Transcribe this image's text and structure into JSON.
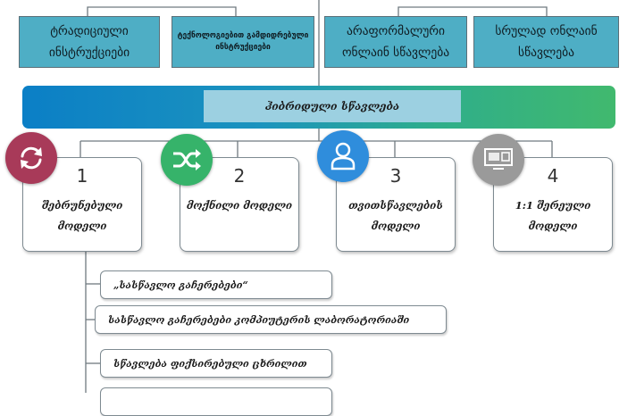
{
  "top_categories": [
    {
      "label": "ტრადიციული ინსტრუქციები"
    },
    {
      "label": "ტექნოლოგიებით გამდიდრებული ინსტრუქციები"
    },
    {
      "label": "არაფორმალური ონლაინ სწავლება"
    },
    {
      "label": "სრულად ონლაინ სწავლება"
    }
  ],
  "banner": {
    "title": "ჰიბრიდული სწავლება"
  },
  "models": [
    {
      "number": "1",
      "label": "შებრუნებული მოდელი",
      "icon": "rotate-icon",
      "color": "#a83a59"
    },
    {
      "number": "2",
      "label": "მოქნილი მოდელი",
      "icon": "shuffle-icon",
      "color": "#36b36a"
    },
    {
      "number": "3",
      "label": "თვითსწავლების მოდელი",
      "icon": "user-icon",
      "color": "#2f8ddc"
    },
    {
      "number": "4",
      "label": "1:1 შერეული მოდელი",
      "icon": "computer-lab-icon",
      "color": "#9a9a9a"
    }
  ],
  "model1_items": [
    {
      "label": "„სასწავლო გაჩერებები“"
    },
    {
      "label": "სასწავლო გაჩერებები კომპიუტერის ლაბორატორიაში"
    },
    {
      "label": "სწავლება ფიქსირებული ცხრილით"
    },
    {
      "label": ""
    }
  ]
}
